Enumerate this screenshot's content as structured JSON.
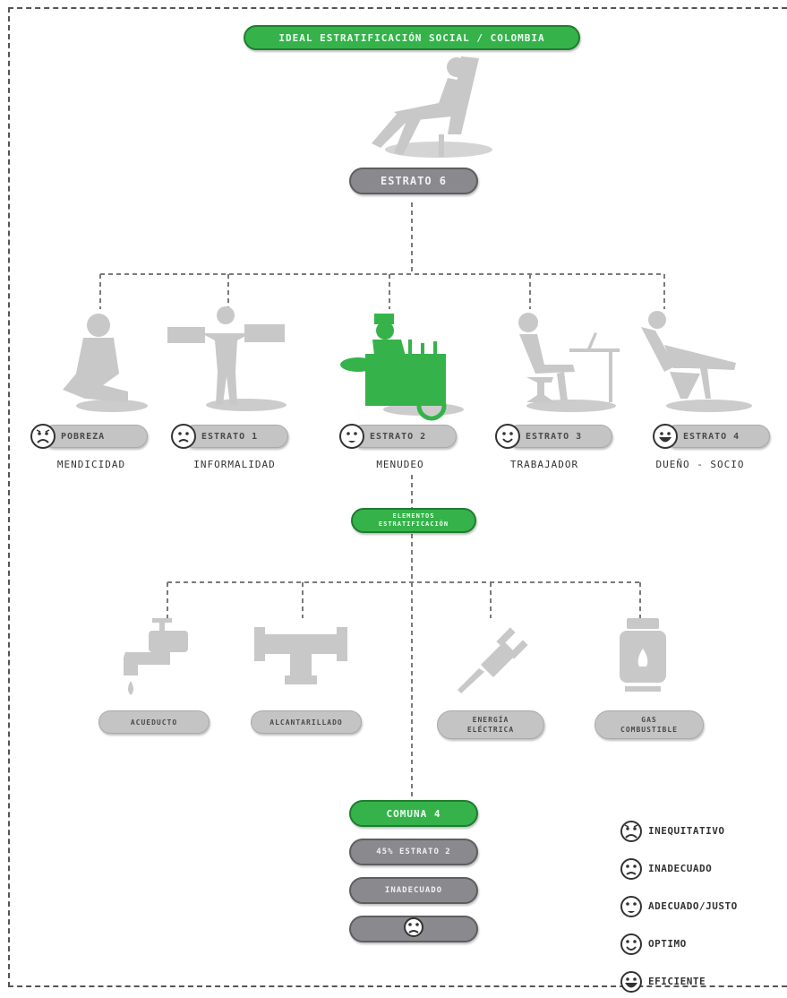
{
  "title": "IDEAL ESTRATIFICACIÓN SOCIAL / COLOMBIA",
  "top_level": {
    "label": "ESTRATO 6"
  },
  "strata": [
    {
      "label": "POBREZA",
      "caption": "MENDICIDAD",
      "face": "inequitativo-face-icon"
    },
    {
      "label": "ESTRATO 1",
      "caption": "INFORMALIDAD",
      "face": "inadecuado-face-icon"
    },
    {
      "label": "ESTRATO 2",
      "caption": "MENUDEO",
      "face": "adecuado-face-icon"
    },
    {
      "label": "ESTRATO 3",
      "caption": "TRABAJADOR",
      "face": "optimo-face-icon"
    },
    {
      "label": "ESTRATO 4",
      "caption": "DUEÑO - SOCIO",
      "face": "eficiente-face-icon"
    }
  ],
  "elements_title": "ELEMENTOS ESTRATIFICACIÓN",
  "services": [
    {
      "label": "ACUEDUCTO",
      "icon": "faucet-icon"
    },
    {
      "label": "ALCANTARILLADO",
      "icon": "pipe-icon"
    },
    {
      "label": "ENERGÍA ELÉCTRICA",
      "icon": "plug-icon"
    },
    {
      "label": "GAS COMBUSTIBLE",
      "icon": "gas-cylinder-icon"
    }
  ],
  "summary": {
    "comuna": "COMUNA 4",
    "percent": "45% ESTRATO 2",
    "assessment": "INADECUADO",
    "face": "inadecuado-face-icon"
  },
  "legend": [
    {
      "label": "INEQUITATIVO",
      "face": "inequitativo-face-icon"
    },
    {
      "label": "INADECUADO",
      "face": "inadecuado-face-icon"
    },
    {
      "label": "ADECUADO/JUSTO",
      "face": "adecuado-face-icon"
    },
    {
      "label": "OPTIMO",
      "face": "optimo-face-icon"
    },
    {
      "label": "EFICIENTE",
      "face": "eficiente-face-icon"
    }
  ],
  "colors": {
    "accent_green": "#35b34a",
    "dark_pill": "#8a8a8e",
    "light_pill": "#c4c4c4",
    "silhouette": "#c8c8c8"
  }
}
